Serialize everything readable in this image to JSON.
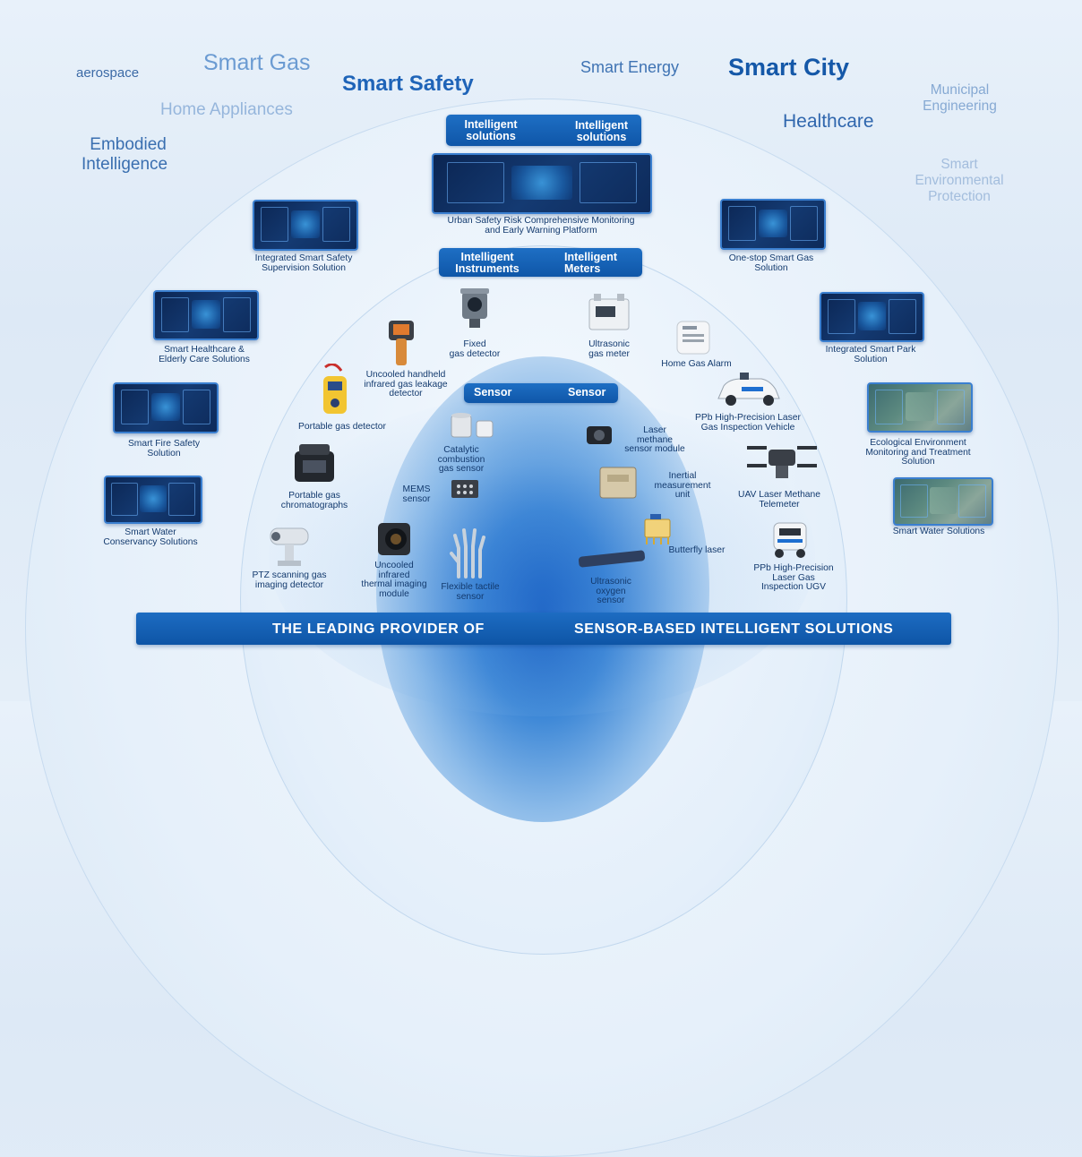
{
  "applications": {
    "aerospace": "aerospace",
    "smart_gas": "Smart Gas",
    "smart_safety": "Smart Safety",
    "home_appliances": "Home Appliances",
    "embodied_1": "Embodied",
    "embodied_2": "Intelligence",
    "smart_energy": "Smart Energy",
    "smart_city": "Smart City",
    "healthcare": "Healthcare",
    "municipal_1": "Municipal",
    "municipal_2": "Engineering",
    "environ_1": "Smart",
    "environ_2": "Environmental",
    "environ_3": "Protection"
  },
  "tiers": {
    "solutions": {
      "left": "Intelligent\nsolutions",
      "right": "Intelligent\nsolutions"
    },
    "instruments": {
      "left": "Intelligent\nInstruments",
      "right": "Intelligent\nMeters"
    },
    "sensor": {
      "left": "Sensor",
      "right": "Sensor"
    }
  },
  "solutions": {
    "platform": {
      "line1": "Urban Safety Risk Comprehensive Monitoring",
      "line2": "and Early Warning Platform"
    },
    "safety": {
      "line1": "Integrated Smart Safety",
      "line2": "Supervision Solution"
    },
    "gas": {
      "line1": "One-stop Smart Gas",
      "line2": "Solution"
    },
    "healthcare": {
      "line1": "Smart Healthcare &",
      "line2": "Elderly Care Solutions"
    },
    "park": {
      "line1": "Integrated Smart Park",
      "line2": "Solution"
    },
    "fire": {
      "line1": "Smart Fire Safety",
      "line2": "Solution"
    },
    "ecology": {
      "line1": "Ecological Environment",
      "line2": "Monitoring and Treatment",
      "line3": "Solution"
    },
    "water_cons": {
      "line1": "Smart Water",
      "line2": "Conservancy Solutions"
    },
    "water": {
      "line1": "Smart Water Solutions"
    }
  },
  "instruments": {
    "fixed": {
      "line1": "Fixed",
      "line2": "gas detector"
    },
    "meter": {
      "line1": "Ultrasonic",
      "line2": "gas meter"
    },
    "ir": {
      "line1": "Uncooled handheld",
      "line2": "infrared gas leakage",
      "line3": "detector"
    },
    "alarm": {
      "line1": "Home Gas Alarm"
    },
    "portable": {
      "line1": "Portable gas detector"
    },
    "vehicle": {
      "line1": "PPb High-Precision Laser",
      "line2": "Gas Inspection Vehicle"
    },
    "chromato": {
      "line1": "Portable gas",
      "line2": "chromatographs"
    },
    "uav": {
      "line1": "UAV Laser Methane",
      "line2": "Telemeter"
    },
    "ptz": {
      "line1": "PTZ scanning gas",
      "line2": "imaging detector"
    },
    "ugv": {
      "line1": "PPb High-Precision",
      "line2": "Laser Gas",
      "line3": "Inspection UGV"
    }
  },
  "sensors": {
    "catalytic": {
      "line1": "Catalytic",
      "line2": "combustion",
      "line3": "gas sensor"
    },
    "laser_methane": {
      "line1": "Laser",
      "line2": "methane",
      "line3": "sensor module"
    },
    "mems": {
      "line1": "MEMS",
      "line2": "sensor"
    },
    "imu": {
      "line1": "Inertial",
      "line2": "measurement",
      "line3": "unit"
    },
    "butterfly": {
      "line1": "Butterfly laser"
    },
    "thermal": {
      "line1": "Uncooled",
      "line2": "infrared",
      "line3": "thermal imaging",
      "line4": "module"
    },
    "tactile": {
      "line1": "Flexible tactile",
      "line2": "sensor"
    },
    "oxygen": {
      "line1": "Ultrasonic",
      "line2": "oxygen",
      "line3": "sensor"
    }
  },
  "banner": {
    "left": "THE LEADING PROVIDER OF",
    "right": "SENSOR-BASED INTELLIGENT SOLUTIONS"
  },
  "colors": {
    "brand_blue": "#0f56a8",
    "caption": "#133a6e",
    "bg": "#e4eef8"
  }
}
